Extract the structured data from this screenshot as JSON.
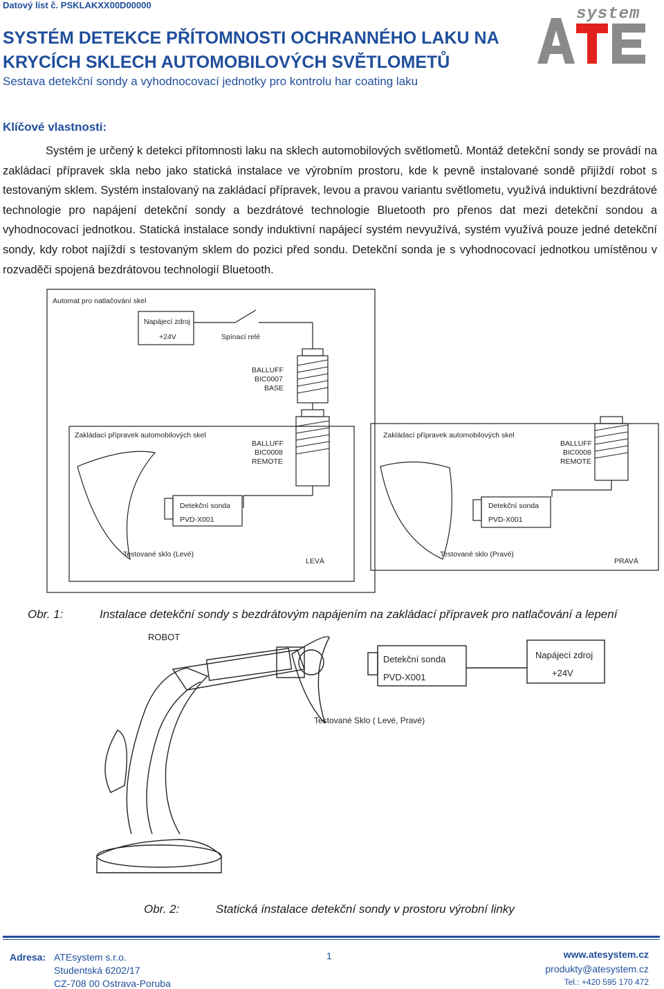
{
  "header": {
    "sheet_id": "Datový list č. PSKLAKXX00D00000",
    "title_line1": "SYSTÉM DETEKCE PŘÍTOMNOSTI OCHRANNÉHO LAKU NA",
    "title_line2": "KRYCÍCH SKLECH AUTOMOBILOVÝCH SVĚTLOMETŮ",
    "subtitle": "Sestava detekční sondy a vyhodnocovací jednotky pro kontrolu har coating laku",
    "logo_text_top": "system",
    "logo_text_main": "ATE"
  },
  "section_title": "Klíčové vlastnosti:",
  "body_text": "Systém je určený k detekci přítomnosti laku na sklech automobilových světlometů. Montáž detekční sondy se provádí na zakládací přípravek skla nebo jako statická instalace ve výrobním prostoru, kde k pevně instalované sondě přijíždí robot s testovaným sklem. Systém instalovaný na zakládací přípravek, levou a pravou variantu světlometu, využívá induktivní bezdrátové technologie pro napájení detekční sondy a bezdrátové technologie Bluetooth pro přenos dat mezi detekční sondou a vyhodnocovací jednotkou. Statická instalace sondy induktivní napájecí systém nevyužívá, systém využívá pouze jedné detekční sondy, kdy robot najíždí s testovaným sklem do pozici před sondu. Detekční sonda je s vyhodnocovací jednotkou umístěnou v rozvaděči spojená bezdrátovou technologií Bluetooth.",
  "figure1": {
    "automat_label": "Automat pro natlačování skel",
    "psu_label": "Napájecí zdroj",
    "psu_voltage": "+24V",
    "relay_label": "Spínací relé",
    "base_brand": "BALLUFF",
    "base_model": "BIC0007",
    "base_role": "BASE",
    "fixture_label": "Zakládací přípravek automobilových skel",
    "remote_brand": "BALLUFF",
    "remote_model": "BIC0008",
    "remote_role": "REMOTE",
    "probe_label": "Detekční sonda",
    "probe_model": "PVD-X001",
    "glass_left": "Testované sklo (Levé)",
    "glass_right": "Testované sklo (Pravé)",
    "side_left": "LEVÁ",
    "side_right": "PRAVÁ",
    "caption_num": "Obr. 1:",
    "caption_text": "Instalace detekční sondy s bezdrátovým napájením na zakládací přípravek pro natlačování a lepení"
  },
  "figure2": {
    "robot_label": "ROBOT",
    "probe_label": "Detekční sonda",
    "probe_model": "PVD-X001",
    "psu_label": "Napájecí zdroj",
    "psu_voltage": "+24V",
    "glass_label": "Testované Sklo ( Levé, Pravé)",
    "caption_num": "Obr. 2:",
    "caption_text": "Statická ínstalace detekční sondy v prostoru výrobní linky"
  },
  "footer": {
    "address_label": "Adresa:",
    "company": "ATEsystem s.r.o.",
    "street": "Studentská 6202/17",
    "city": "CZ-708 00 Ostrava-Poruba",
    "page_number": "1",
    "web": "www.atesystem.cz",
    "email": "produkty@atesystem.cz",
    "phone": "Tel.: +420 595 170 472"
  },
  "colors": {
    "accent_blue": "#1f4e9c",
    "logo_red": "#e3211c",
    "logo_gray": "#8a8a8a"
  }
}
